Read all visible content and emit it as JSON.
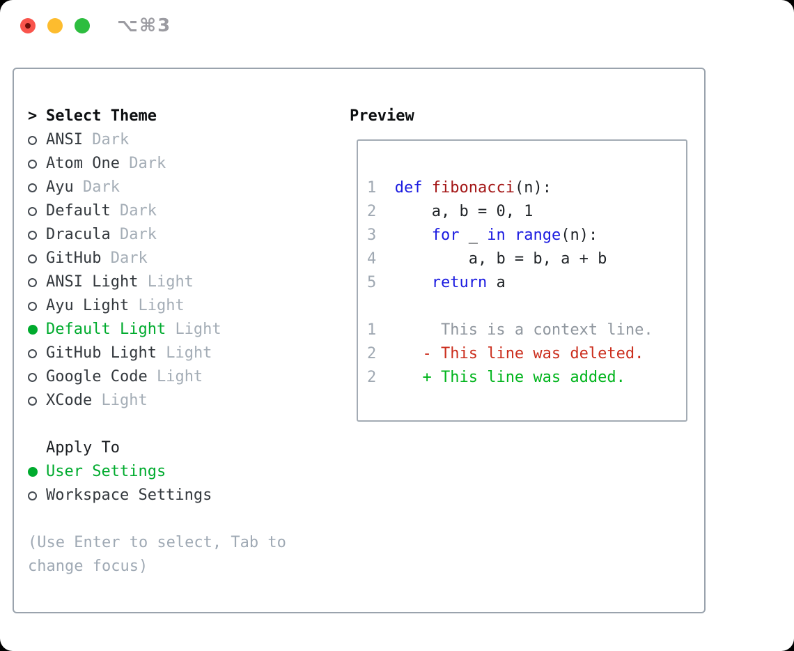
{
  "titlebar": {
    "shortcut": "⌥⌘3"
  },
  "colors": {
    "accent_green": "#00ab2e",
    "added_green": "#00b41c",
    "deleted_red": "#cb2e1d",
    "keyword_blue": "#1a1ae0",
    "function_red": "#a31515",
    "muted_gray": "#a4adb6",
    "border_gray": "#9aa3ad",
    "traffic_red": "#f9544c",
    "traffic_yellow": "#fdbc2e",
    "traffic_green": "#2dbd3f"
  },
  "icons": {
    "radio_unselected": "circle-outline",
    "radio_selected": "circle-filled-green",
    "close": "red-traffic-dot",
    "minimize": "yellow-traffic-dot",
    "zoom": "green-traffic-dot"
  },
  "theme_section": {
    "title_prefix": ">",
    "title": "Select Theme",
    "items": [
      {
        "name": "ANSI",
        "variant": "Dark",
        "selected": false
      },
      {
        "name": "Atom One",
        "variant": "Dark",
        "selected": false
      },
      {
        "name": "Ayu",
        "variant": "Dark",
        "selected": false
      },
      {
        "name": "Default",
        "variant": "Dark",
        "selected": false
      },
      {
        "name": "Dracula",
        "variant": "Dark",
        "selected": false
      },
      {
        "name": "GitHub",
        "variant": "Dark",
        "selected": false
      },
      {
        "name": "ANSI Light",
        "variant": "Light",
        "selected": false
      },
      {
        "name": "Ayu Light",
        "variant": "Light",
        "selected": false
      },
      {
        "name": "Default Light",
        "variant": "Light",
        "selected": true
      },
      {
        "name": "GitHub Light",
        "variant": "Light",
        "selected": false
      },
      {
        "name": "Google Code",
        "variant": "Light",
        "selected": false
      },
      {
        "name": "XCode",
        "variant": "Light",
        "selected": false
      }
    ]
  },
  "apply_section": {
    "title": "Apply To",
    "items": [
      {
        "name": "User Settings",
        "selected": true
      },
      {
        "name": "Workspace Settings",
        "selected": false
      }
    ]
  },
  "hint": {
    "line1": "(Use Enter to select, Tab to",
    "line2": "change focus)"
  },
  "preview": {
    "title": "Preview",
    "lines": [
      {
        "segments": [
          {
            "t": "1  ",
            "c": "num"
          },
          {
            "t": "def",
            "c": "kw"
          },
          {
            "t": " ",
            "c": "plain"
          },
          {
            "t": "fibonacci",
            "c": "fn"
          },
          {
            "t": "(n):",
            "c": "plain"
          }
        ]
      },
      {
        "segments": [
          {
            "t": "2  ",
            "c": "num"
          },
          {
            "t": "    a, b = 0, 1",
            "c": "plain"
          }
        ]
      },
      {
        "segments": [
          {
            "t": "3  ",
            "c": "num"
          },
          {
            "t": "    ",
            "c": "plain"
          },
          {
            "t": "for",
            "c": "kw"
          },
          {
            "t": " _ ",
            "c": "plain"
          },
          {
            "t": "in",
            "c": "kw"
          },
          {
            "t": " ",
            "c": "plain"
          },
          {
            "t": "range",
            "c": "kw"
          },
          {
            "t": "(n):",
            "c": "plain"
          }
        ]
      },
      {
        "segments": [
          {
            "t": "4  ",
            "c": "num"
          },
          {
            "t": "        a, b = b, a + b",
            "c": "plain"
          }
        ]
      },
      {
        "segments": [
          {
            "t": "5  ",
            "c": "num"
          },
          {
            "t": "    ",
            "c": "plain"
          },
          {
            "t": "return",
            "c": "kw"
          },
          {
            "t": " a",
            "c": "plain"
          }
        ]
      },
      {
        "segments": [
          {
            "t": " ",
            "c": "plain"
          }
        ]
      },
      {
        "segments": [
          {
            "t": "1",
            "c": "num"
          },
          {
            "t": "       This is a context line.",
            "c": "ctx"
          }
        ]
      },
      {
        "segments": [
          {
            "t": "2",
            "c": "num"
          },
          {
            "t": "     ",
            "c": "plain"
          },
          {
            "t": "- This line was deleted.",
            "c": "del"
          }
        ]
      },
      {
        "segments": [
          {
            "t": "2",
            "c": "num"
          },
          {
            "t": "     ",
            "c": "plain"
          },
          {
            "t": "+ This line was added.",
            "c": "add"
          }
        ]
      }
    ]
  }
}
